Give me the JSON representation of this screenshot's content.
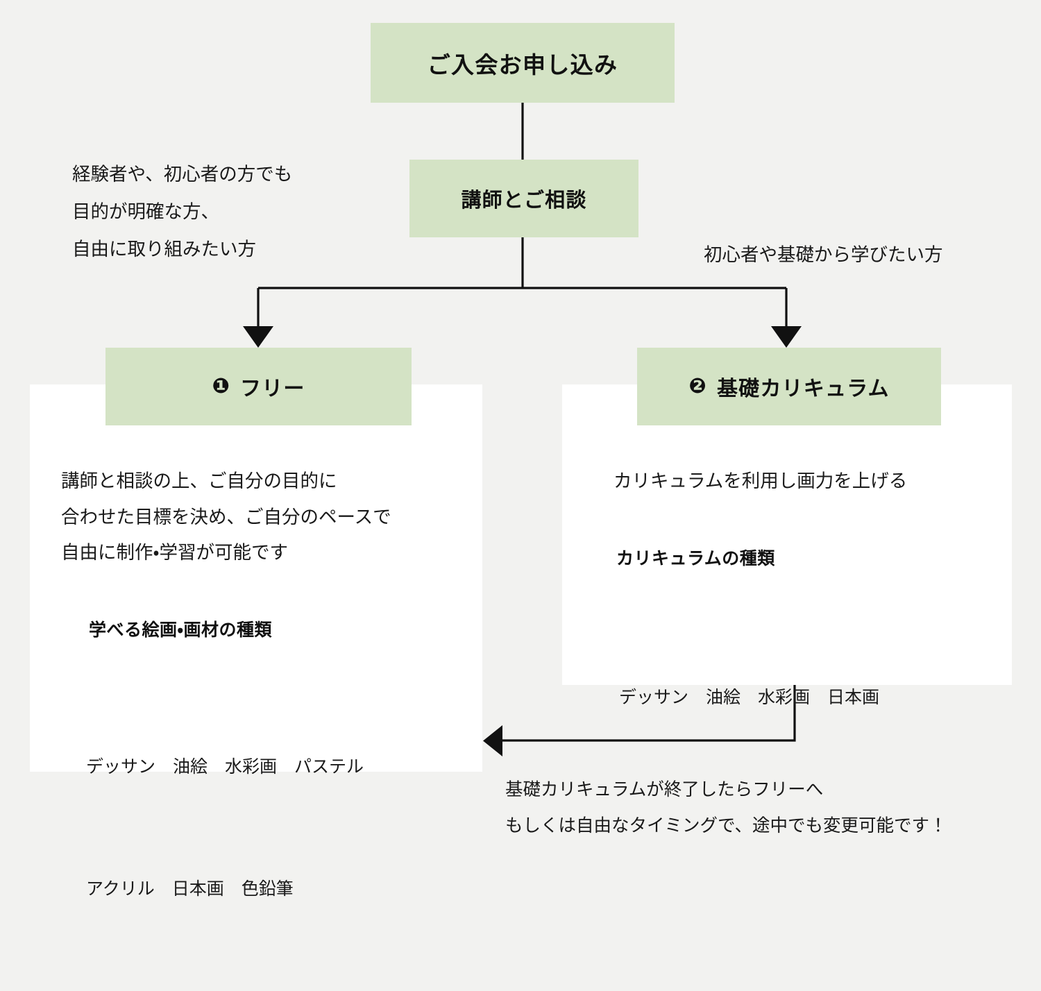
{
  "theme": {
    "background": "#f2f2f0",
    "green": "#d4e3c5",
    "card": "#ffffff",
    "text": "#1a1a1a",
    "line": "#111111"
  },
  "flow": {
    "apply_box": "ご入会お申し込み",
    "consult_box": "講師とご相談",
    "branch_note_left_lines": [
      "経験者や、初心者の方でも",
      "目的が明確な方、",
      "自由に取り組みたい方"
    ],
    "branch_note_right": "初心者や基礎から学びたい方",
    "footer_note_lines": [
      "基礎カリキュラムが終了したらフリーへ",
      "もしくは自由なタイミングで、途中でも変更可能です！"
    ]
  },
  "options": [
    {
      "marker": "❶",
      "title": "フリー",
      "description_lines": [
        "講師と相談の上、ご自分の目的に",
        "合わせた目標を決め、ご自分のペースで",
        "自由に制作・学習が可能です"
      ],
      "subheading": "学べる絵画・画材の種類",
      "items_lines": [
        "デッサン　油絵　水彩画　パステル",
        "アクリル　日本画　色鉛筆"
      ]
    },
    {
      "marker": "❷",
      "title": "基礎カリキュラム",
      "description_lines": [
        "カリキュラムを利用し画力を上げる"
      ],
      "subheading": "カリキュラムの種類",
      "items_lines": [
        "デッサン　油絵　水彩画　日本画"
      ]
    }
  ]
}
